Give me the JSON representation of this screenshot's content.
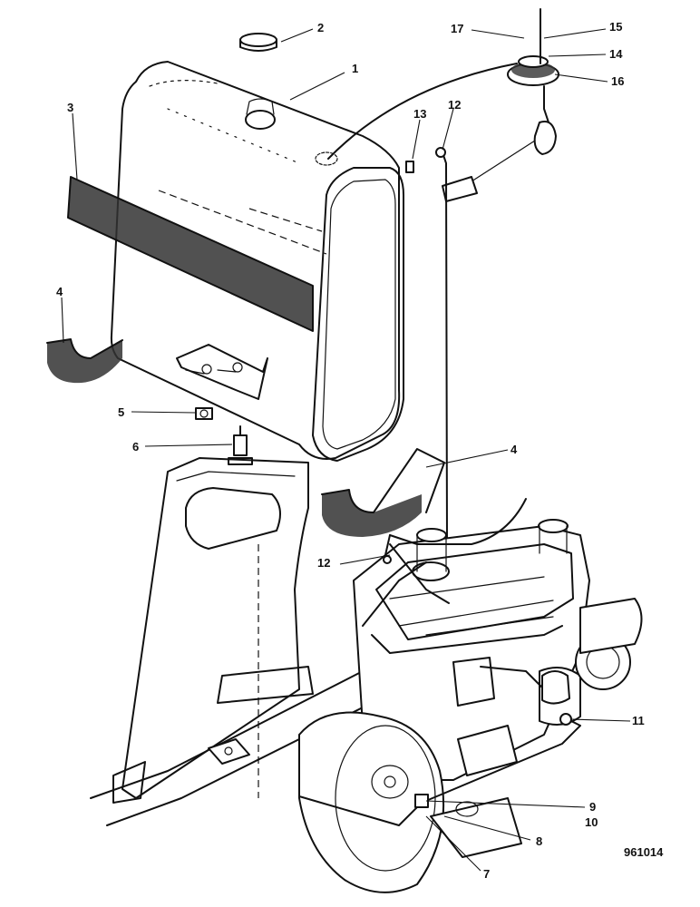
{
  "diagram": {
    "drawing_number": "961014",
    "callouts": [
      {
        "id": "c1",
        "label": "1"
      },
      {
        "id": "c2",
        "label": "2"
      },
      {
        "id": "c3",
        "label": "3"
      },
      {
        "id": "c4a",
        "label": "4"
      },
      {
        "id": "c4b",
        "label": "4"
      },
      {
        "id": "c5",
        "label": "5"
      },
      {
        "id": "c6",
        "label": "6"
      },
      {
        "id": "c7",
        "label": "7"
      },
      {
        "id": "c8",
        "label": "8"
      },
      {
        "id": "c9",
        "label": "9"
      },
      {
        "id": "c10",
        "label": "10"
      },
      {
        "id": "c11",
        "label": "11"
      },
      {
        "id": "c12a",
        "label": "12"
      },
      {
        "id": "c12b",
        "label": "12"
      },
      {
        "id": "c13",
        "label": "13"
      },
      {
        "id": "c14",
        "label": "14"
      },
      {
        "id": "c15",
        "label": "15"
      },
      {
        "id": "c16",
        "label": "16"
      },
      {
        "id": "c17",
        "label": "17"
      }
    ]
  }
}
